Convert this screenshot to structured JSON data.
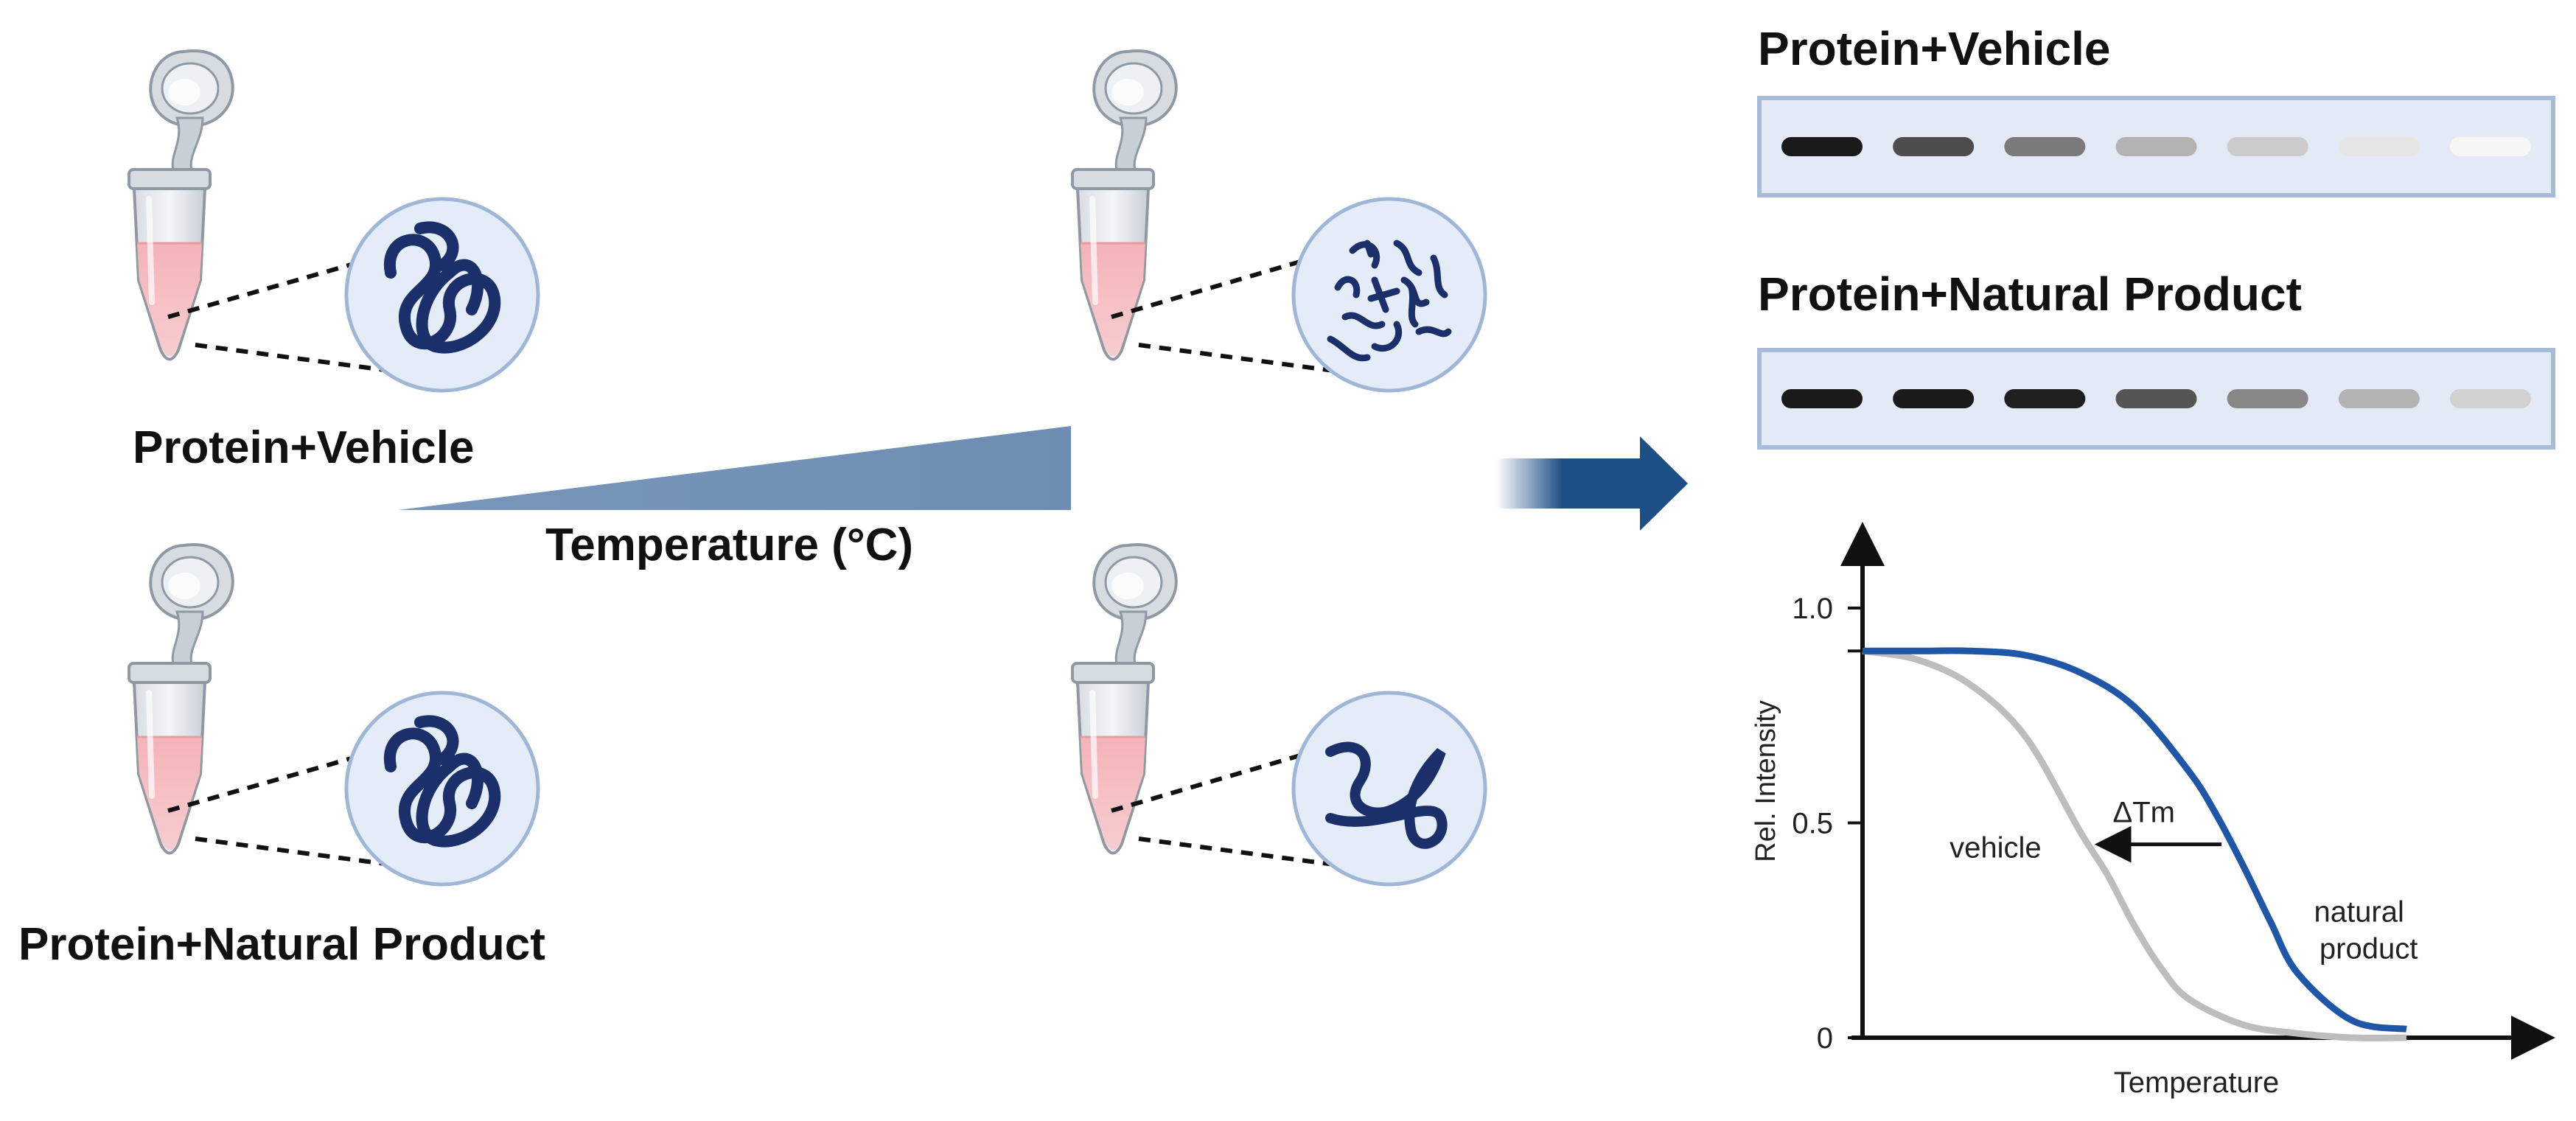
{
  "left_panel": {
    "label_vehicle": "Protein+Vehicle",
    "label_natural_product": "Protein+Natural Product",
    "temperature_label": "Temperature (°C)",
    "icons": [
      "microcentrifuge-tube-icon",
      "folded-protein-icon",
      "aggregated-protein-icon",
      "unfolded-protein-icon",
      "temperature-gradient-icon",
      "right-arrow-icon"
    ]
  },
  "blots": {
    "vehicle": {
      "title": "Protein+Vehicle",
      "band_shades": [
        "#1a1a1a",
        "#4d4d4d",
        "#7a7a7a",
        "#b3b3b3",
        "#cccccc",
        "#e6e6e6",
        "#f7f7f7"
      ]
    },
    "natural_product": {
      "title": "Protein+Natural Product",
      "band_shades": [
        "#1a1a1a",
        "#1a1a1a",
        "#1f1f1f",
        "#555555",
        "#888888",
        "#b3b3b3",
        "#d1d1d1"
      ]
    }
  },
  "chart_data": {
    "type": "line",
    "title": "",
    "xlabel": "Temperature",
    "ylabel": "Rel. Intensity",
    "y_ticks": [
      "1.0",
      "0.5",
      "0"
    ],
    "ylim": [
      0,
      1.1
    ],
    "xlim": [
      0,
      10
    ],
    "annotation": "ΔTm",
    "series": [
      {
        "name": "vehicle",
        "color": "#bdbdbd",
        "x": [
          0,
          1,
          2,
          3,
          4,
          4.5,
          5,
          5.5,
          6,
          7,
          8,
          9,
          10
        ],
        "values": [
          0.9,
          0.88,
          0.82,
          0.7,
          0.48,
          0.38,
          0.26,
          0.16,
          0.09,
          0.03,
          0.01,
          0.0,
          0.0
        ]
      },
      {
        "name": "natural product",
        "color": "#1f56a8",
        "x": [
          0,
          1,
          2,
          3,
          4,
          5,
          6,
          6.5,
          7,
          7.5,
          8,
          9,
          10
        ],
        "values": [
          0.9,
          0.9,
          0.9,
          0.89,
          0.85,
          0.77,
          0.62,
          0.52,
          0.4,
          0.27,
          0.15,
          0.04,
          0.02
        ]
      }
    ],
    "series_labels": [
      "vehicle",
      "natural",
      "product"
    ]
  }
}
